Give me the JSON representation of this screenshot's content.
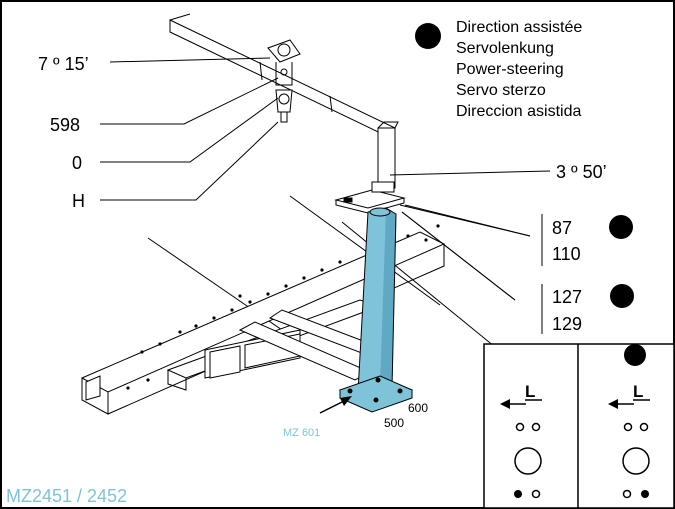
{
  "legend": {
    "lines": [
      "Direction assistée",
      "Servolenkung",
      "Power-steering",
      "Servo sterzo",
      "Direccion asistida"
    ]
  },
  "callouts": {
    "angle_top": "7 º 15’",
    "val_598": "598",
    "val_0": "0",
    "val_h": "H",
    "angle_right": "3 º 50’"
  },
  "dimensions": {
    "d87": "87",
    "d110": "110",
    "d127": "127",
    "d129": "129",
    "d600": "600",
    "d500": "500"
  },
  "part_code": "MZ 601",
  "model": "MZ2451 / 2452",
  "lock_panel": {
    "left_letter": "L",
    "right_letter": "L"
  },
  "colors": {
    "accent": "#7fc3d9",
    "frame": "#000000",
    "background": "#ffffff"
  }
}
